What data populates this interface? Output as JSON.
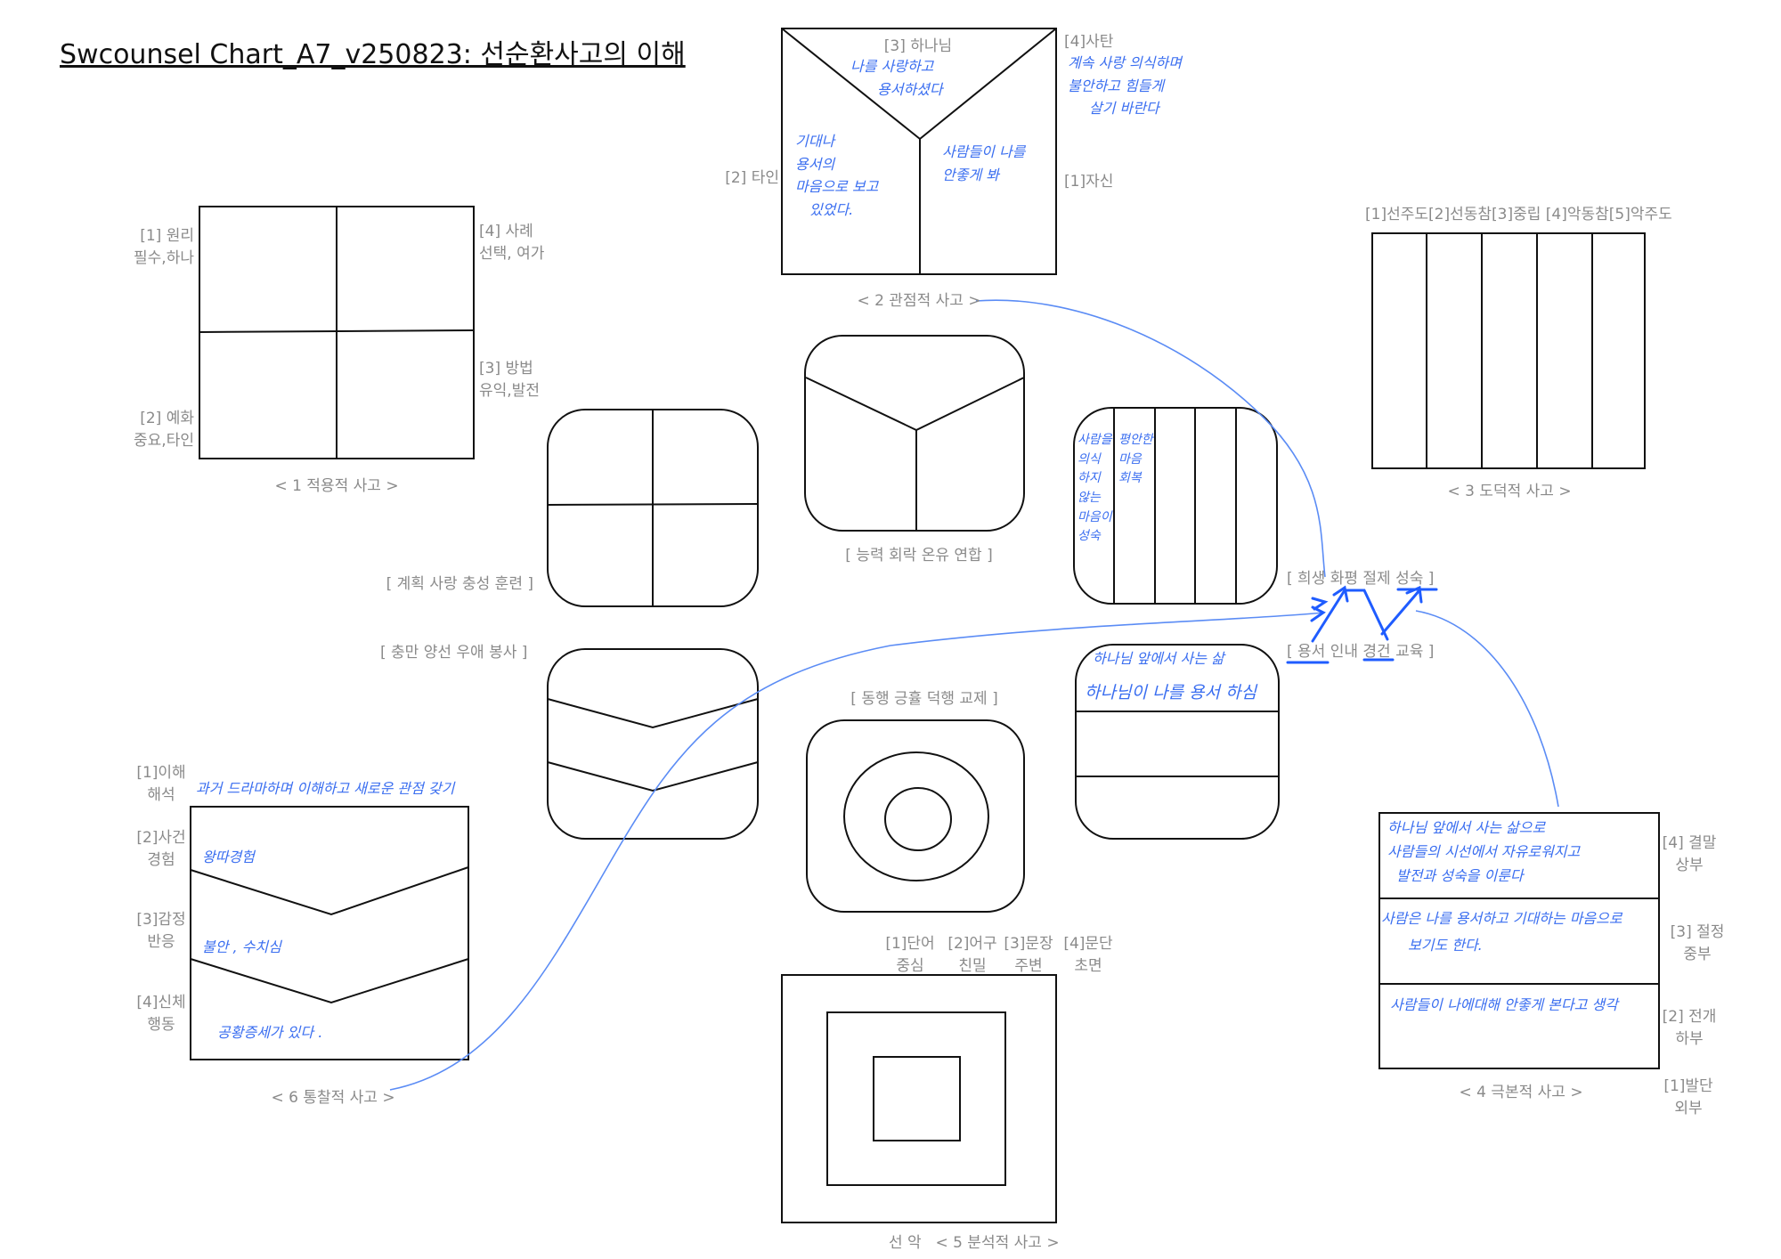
{
  "title": "Swcounsel Chart_A7_v250823: 선순환사고의 이해",
  "colors": {
    "line": "#111111",
    "label": "#8a8a8a",
    "handwriting": "#3a6ef0",
    "arrow": "#1f5cff"
  },
  "chart1": {
    "caption": "< 1 적용적 사고 >",
    "q1": [
      "[1] 원리",
      "필수,하나"
    ],
    "q2": [
      "[2] 예화",
      "중요,타인"
    ],
    "q3": [
      "[3] 방법",
      "유익,발전"
    ],
    "q4": [
      "[4] 사례",
      "선택, 여가"
    ]
  },
  "chart2": {
    "caption": "< 2 관점적 사고 >",
    "god": "[3] 하나님",
    "other": "[2] 타인",
    "satan": "[4]사탄",
    "self": "[1]자신",
    "notes": {
      "god": [
        "나를 사랑하고",
        "용서하셨다"
      ],
      "other": [
        "기대나",
        "용서의",
        "마음으로 보고",
        "있었다."
      ],
      "self": [
        "사람들이 나를",
        "안좋게 봐"
      ],
      "satan": [
        "계속 사랑 의식하며",
        "불안하고 힘들게",
        "살기 바란다"
      ]
    }
  },
  "chart3": {
    "caption": "< 3 도덕적 사고 >",
    "header": "[1]선주도[2]선동참[3]중립 [4]악동참[5]악주도"
  },
  "chart4": {
    "caption": "< 4 극본적 사고 >",
    "levels": [
      [
        "[4] 결말",
        "상부"
      ],
      [
        "[3] 절정",
        "중부"
      ],
      [
        "[2] 전개",
        "하부"
      ],
      [
        "[1]발단",
        "외부"
      ]
    ],
    "notes": {
      "top": [
        "하나님 앞에서 사는 삶으로",
        "사람들의 시선에서 자유로워지고",
        "발전과 성숙을 이룬다"
      ],
      "middle": [
        "사람은 나를 용서하고 기대하는 마음으로",
        "보기도 한다."
      ],
      "bottom": [
        "사람들이 나에대해 안좋게 본다고 생각"
      ]
    }
  },
  "chart5": {
    "caption": "< 5 분석적 사고 >",
    "good_evil": "선  악",
    "levels": [
      [
        "[1]단어",
        "중심"
      ],
      [
        "[2]어구",
        "친밀"
      ],
      [
        "[3]문장",
        "주변"
      ],
      [
        "[4]문단",
        "초면"
      ]
    ]
  },
  "chart6": {
    "caption": "< 6 통찰적 사고 >",
    "levels": [
      [
        "[1]이해",
        "해석"
      ],
      [
        "[2]사건",
        "경험"
      ],
      [
        "[3]감정",
        "반응"
      ],
      [
        "[4]신체",
        "행동"
      ]
    ],
    "notes": {
      "understanding": "과거 드라마하며 이해하고 새로운 관점 갖기",
      "event": "왕따경험",
      "emotion": "불안 , 수치심",
      "body": "공황증세가 있다 ."
    }
  },
  "virtues": {
    "planning": "[ 계획 사랑 충성 훈련 ]",
    "ability": "[ 능력 회락 온유 연합 ]",
    "fullness": "[ 충만 양선 우애 봉사 ]",
    "fellowship": "[ 동행 긍휼 덕행 교제 ]",
    "sacrifice": "[ 희생 화평 절제 성숙 ]",
    "forgiveness": "[ 용서 인내 경건 교육 ]"
  },
  "small_notes": {
    "columns_col1": [
      "사람을",
      "의식",
      "하지",
      "않는",
      "마음이",
      "성숙"
    ],
    "columns_col2": [
      "평안한",
      "마음",
      "회복"
    ],
    "rows_line1": "하나님 앞에서 사는 삶",
    "rows_line2": "하나님이 나를 용서 하심"
  }
}
